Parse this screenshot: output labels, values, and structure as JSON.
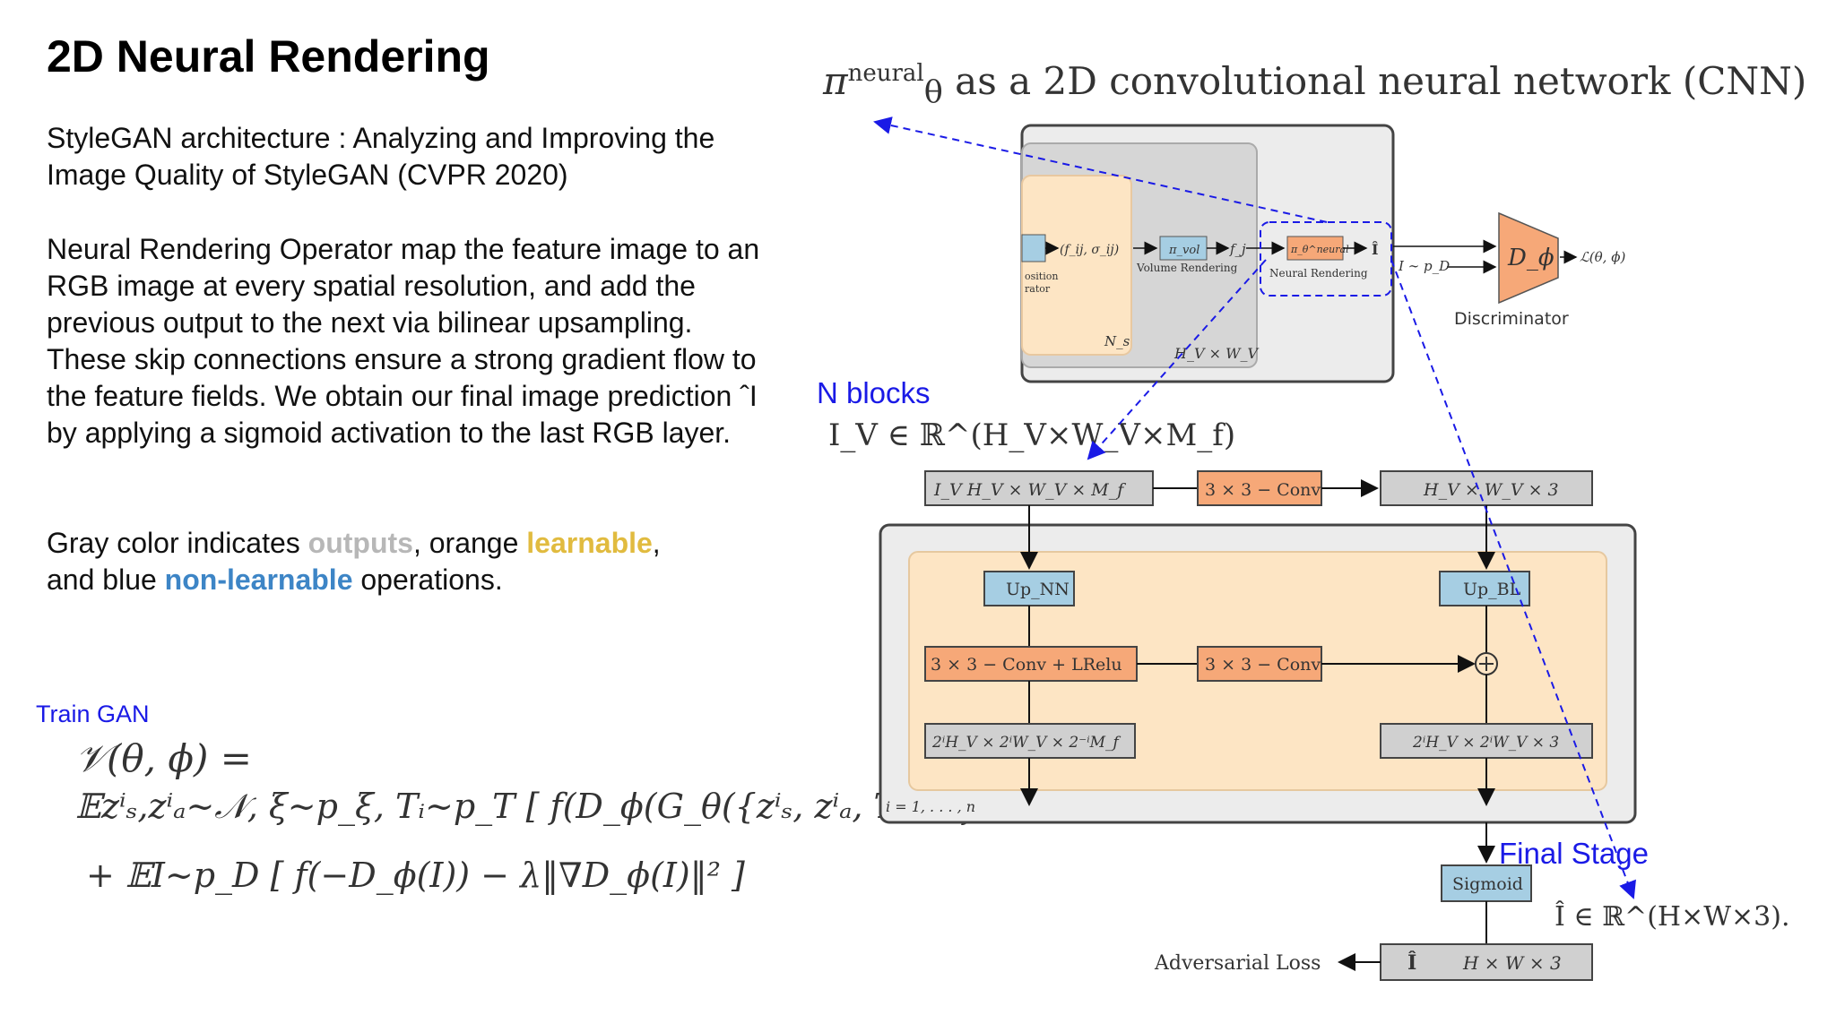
{
  "slide": {
    "title": "2D Neural Rendering",
    "p1": "StyleGAN architecture : Analyzing and Improving the Image Quality of StyleGAN (CVPR 2020)",
    "p2": "Neural Rendering Operator map the feature image to an RGB image at every spatial resolution, and add the previous output to the next via bilinear upsampling. These skip connections ensure a strong gradient flow to the feature fields. We obtain our final image prediction ˆI by applying a sigmoid activation to the last RGB layer.",
    "legend": {
      "pre": "Gray color indicates ",
      "outputs": "outputs",
      "mid1": ", orange ",
      "learnable": "learnable",
      "mid2": ",",
      "mid3": "and blue ",
      "non_learnable": "non-learnable",
      "post": " operations."
    },
    "train_gan": "Train GAN",
    "eq1": "𝒱(θ, ϕ) =",
    "eq2": "𝔼zⁱₛ,zⁱₐ∼𝒩, ξ∼p_ξ, Tᵢ∼p_T [ f(D_ϕ(G_θ({zⁱₛ, zⁱₐ, Tᵢ}ᵢ, ξ))) ]",
    "eq3": "+ 𝔼I∼p_D [ f(−D_ϕ(I)) − λ‖∇D_ϕ(I)‖² ]"
  },
  "figure": {
    "cnn_title_pi": "π",
    "cnn_title_sup": "neural",
    "cnn_title_sub": "θ",
    "cnn_title_rest": " as a 2D convolutional neural network (CNN)",
    "n_blocks": "N blocks",
    "final_stage": "Final Stage",
    "iv_formula": "I_V ∈ ℝ^(H_V×W_V×M_f)",
    "ihat_formula": "Î ∈ ℝ^(H×W×3).",
    "top": {
      "f_sigma": "(f_ij, σ_ij)",
      "position_frag": "osition",
      "rator_frag": "rator",
      "pi_vol": "π_vol",
      "f_j": "f_j",
      "volume_rendering": "Volume Rendering",
      "pi_neural": "π_θ^neural",
      "neural_rendering": "Neural Rendering",
      "i_hat": "Î",
      "i_pd": "I ∼ p_D",
      "d_phi": "D_ϕ",
      "loss": "ℒ(θ, ϕ)",
      "discriminator": "Discriminator",
      "ns": "N_s",
      "hv_wv": "H_V × W_V"
    },
    "bottom": {
      "iv_box": "I_V   H_V × W_V × M_f",
      "conv_top": "3 × 3 − Conv",
      "out_top": "H_V × W_V × 3",
      "up_nn": "Up_NN",
      "up_bl": "Up_BL",
      "conv_lrelu": "3 × 3 − Conv + LRelu",
      "conv_mid": "3 × 3 − Conv",
      "feat_i": "2ⁱH_V × 2ⁱW_V × 2⁻ⁱM_f",
      "rgb_i": "2ⁱH_V × 2ⁱW_V × 3",
      "i_range": "i = 1, . . . , n",
      "sigmoid": "Sigmoid",
      "final_hat": "Î",
      "final_dims": "H × W × 3",
      "adv_loss": "Adversarial Loss"
    }
  },
  "colors": {
    "annotation_blue": "#1a1ae6",
    "learnable_orange": "#f6a878",
    "nonlearnable_blue": "#a6cee3",
    "output_gray": "#d0d0d0",
    "panel_fill": "#fde5c4",
    "frame_gray": "#ececec"
  }
}
